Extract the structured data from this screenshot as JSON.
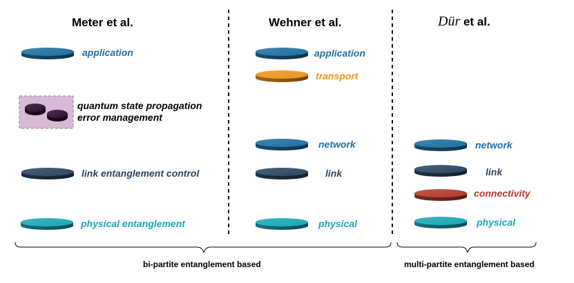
{
  "columns": [
    {
      "title_prefix": "Meter et al.",
      "title_italic": "",
      "title_suffix": "",
      "layers": [
        {
          "label": "application",
          "color": "#1f6fa0",
          "label_color": "#1f6fa0"
        },
        {
          "label": "quantum state propagation",
          "color": "#2a0f2e",
          "label_color": "#000000"
        },
        {
          "label": "error management",
          "color": "#2a0f2e",
          "label_color": "#000000"
        },
        {
          "label": "link entanglement control",
          "color": "#2b4560",
          "label_color": "#2b4560"
        },
        {
          "label": "physical entanglement",
          "color": "#1aa7b5",
          "label_color": "#1aa7b5"
        }
      ]
    },
    {
      "title_prefix": "Wehner et al.",
      "title_italic": "",
      "title_suffix": "",
      "layers": [
        {
          "label": "application",
          "color": "#1f6fa0",
          "label_color": "#1f6fa0"
        },
        {
          "label": "transport",
          "color": "#f0931e",
          "label_color": "#f0931e"
        },
        {
          "label": "network",
          "color": "#1f6fa0",
          "label_color": "#1f6fa0"
        },
        {
          "label": "link",
          "color": "#2b4560",
          "label_color": "#2b4560"
        },
        {
          "label": "physical",
          "color": "#1aa7b5",
          "label_color": "#1aa7b5"
        }
      ]
    },
    {
      "title_prefix": "",
      "title_italic": "Dür",
      "title_suffix": " et al.",
      "layers": [
        {
          "label": "network",
          "color": "#1f6fa0",
          "label_color": "#1f6fa0"
        },
        {
          "label": "link",
          "color": "#2b4560",
          "label_color": "#2b4560"
        },
        {
          "label": "connectivity",
          "color": "#b43a2b",
          "label_color": "#b43a2b"
        },
        {
          "label": "physical",
          "color": "#1aa7b5",
          "label_color": "#1aa7b5"
        }
      ]
    }
  ],
  "quantum_box_color": "#d8b9d6",
  "footer": {
    "left": "bi-partite entanglement based",
    "right": "multi-partite entanglement based"
  }
}
